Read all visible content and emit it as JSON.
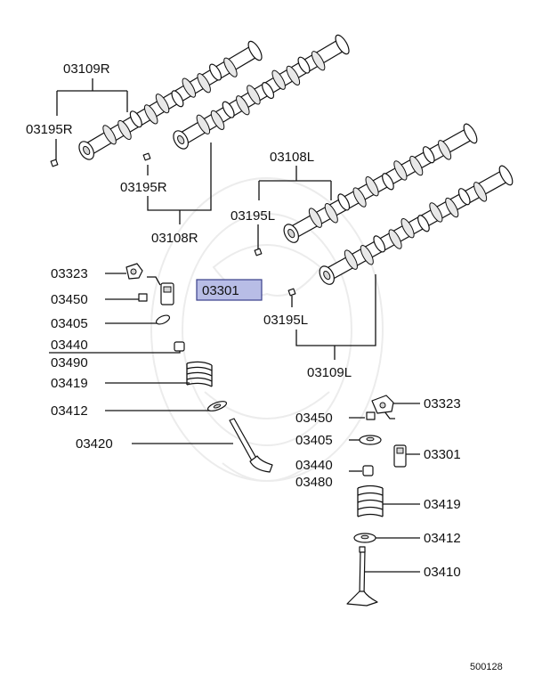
{
  "labels": {
    "camshaft_right_upper": "03109R",
    "pin_right_left": "03195R",
    "pin_right_mid": "03195R",
    "camshaft_right_lower": "03108R",
    "camshaft_left_upper": "03108L",
    "pin_left_upper": "03195L",
    "pin_left_lower": "03195L",
    "camshaft_left_lower": "03109L",
    "rocker_left": "03323",
    "adjuster_left": "03450",
    "lash_adjuster_left": "03301",
    "retainer_left": "03405",
    "seal_left_a": "03440",
    "seal_left_b": "03490",
    "spring_left": "03419",
    "seat_left": "03412",
    "valve_left": "03420",
    "rocker_right": "03323",
    "adjuster_right": "03450",
    "retainer_right": "03405",
    "lash_adjuster_right": "03301",
    "seal_right_a": "03440",
    "seal_right_b": "03480",
    "spring_right": "03419",
    "seat_right": "03412",
    "valve_right": "03410"
  },
  "diagram_code": "500128",
  "highlight_color": "#b8bde6"
}
